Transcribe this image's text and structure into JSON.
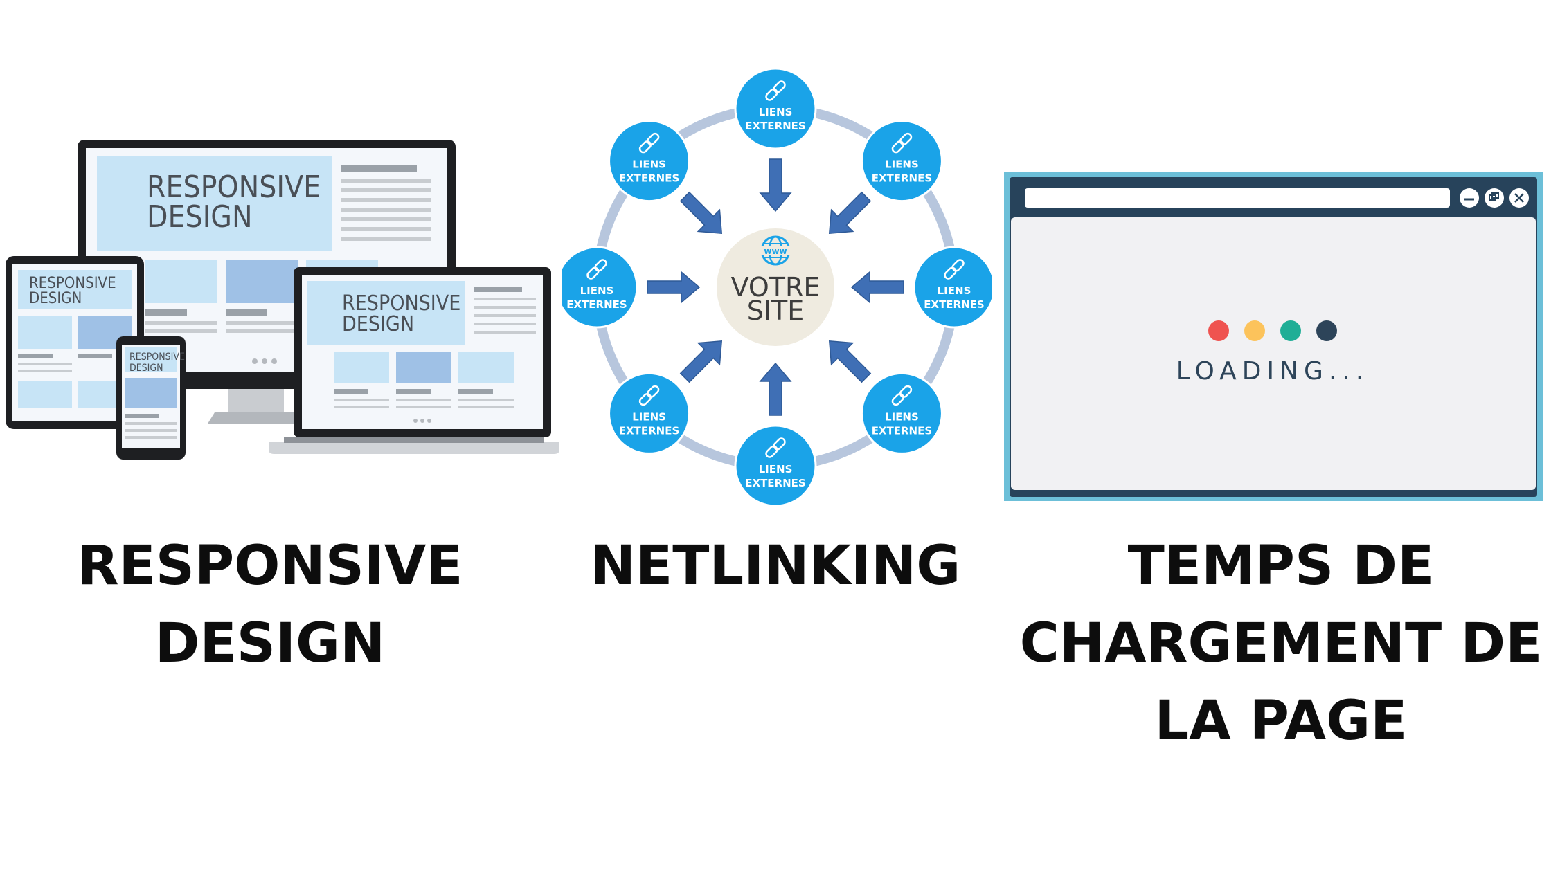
{
  "panels": {
    "responsive": {
      "monitor_heading_line1": "RESPONSIVE",
      "monitor_heading_line2": "DESIGN",
      "caption_line1": "RESPONSIVE",
      "caption_line2": "DESIGN"
    },
    "netlinking": {
      "center_line1": "VOTRE",
      "center_line2": "SITE",
      "center_icon": "globe-www-icon",
      "node_line1": "LIENS",
      "node_line2": "EXTERNES",
      "node_icon": "chain-link-icon",
      "caption": "NETLINKING",
      "colors": {
        "node": "#1aa3e8",
        "ring": "#b7c6dd",
        "arrow": "#3f6fb5",
        "center": "#efebe0"
      }
    },
    "loading": {
      "loading_text": "LOADING...",
      "dots": [
        "#ef5350",
        "#fcc35b",
        "#1fae96",
        "#2d4459"
      ],
      "window_buttons": [
        "minimize-icon",
        "restore-icon",
        "close-icon"
      ],
      "caption_line1": "TEMPS DE",
      "caption_line2": "CHARGEMENT DE",
      "caption_line3": "LA PAGE",
      "colors": {
        "frame": "#6cbfd8",
        "titlebar": "#27435b"
      }
    }
  }
}
